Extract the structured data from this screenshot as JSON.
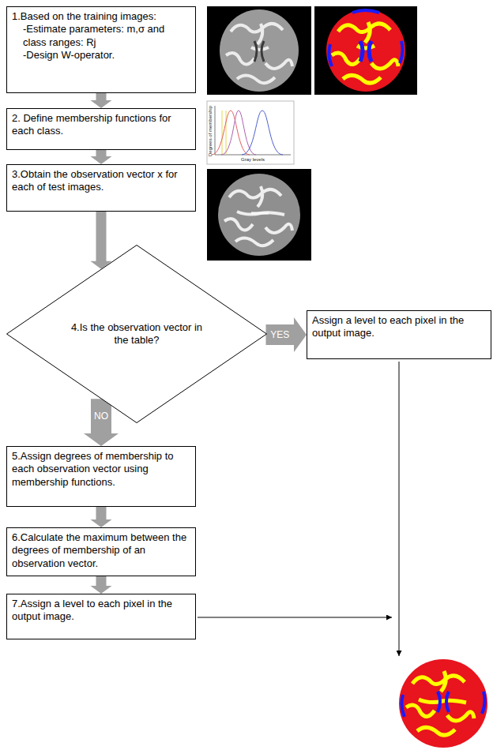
{
  "diagram": {
    "nodes": [
      {
        "text": [
          "1.Based on the training images:",
          "-Estimate parameters: m,σ and class ranges: Rj",
          "-Design W-operator."
        ]
      },
      {
        "text": [
          "2. Define membership functions for each class."
        ]
      },
      {
        "text": [
          "3.Obtain the observation vector x for each of test images."
        ]
      },
      {
        "text": [
          "4.Is the observation vector in the table?"
        ]
      },
      {
        "text": [
          "Assign a level to each pixel in the output image."
        ]
      },
      {
        "text": [
          "5.Assign degrees of membership to each observation vector using membership functions."
        ]
      },
      {
        "text": [
          "6.Calculate the maximum between the degrees of membership of an observation vector."
        ]
      },
      {
        "text": [
          "7.Assign a level to each pixel in the output image."
        ]
      }
    ],
    "edges": [
      {
        "from": 0,
        "to": 1,
        "arrow": "to"
      },
      {
        "from": 1,
        "to": 2,
        "arrow": "to"
      },
      {
        "from": 2,
        "to": 3,
        "arrow": "to"
      },
      {
        "from": 3,
        "to": 4,
        "label": "YES",
        "arrow": "to"
      },
      {
        "from": 3,
        "to": 5,
        "label": "NO",
        "arrow": "to"
      },
      {
        "from": 5,
        "to": 6,
        "arrow": "to"
      },
      {
        "from": 6,
        "to": 7,
        "arrow": "to"
      }
    ],
    "labels": [
      "Degrees of membership",
      "Gray levels"
    ]
  }
}
